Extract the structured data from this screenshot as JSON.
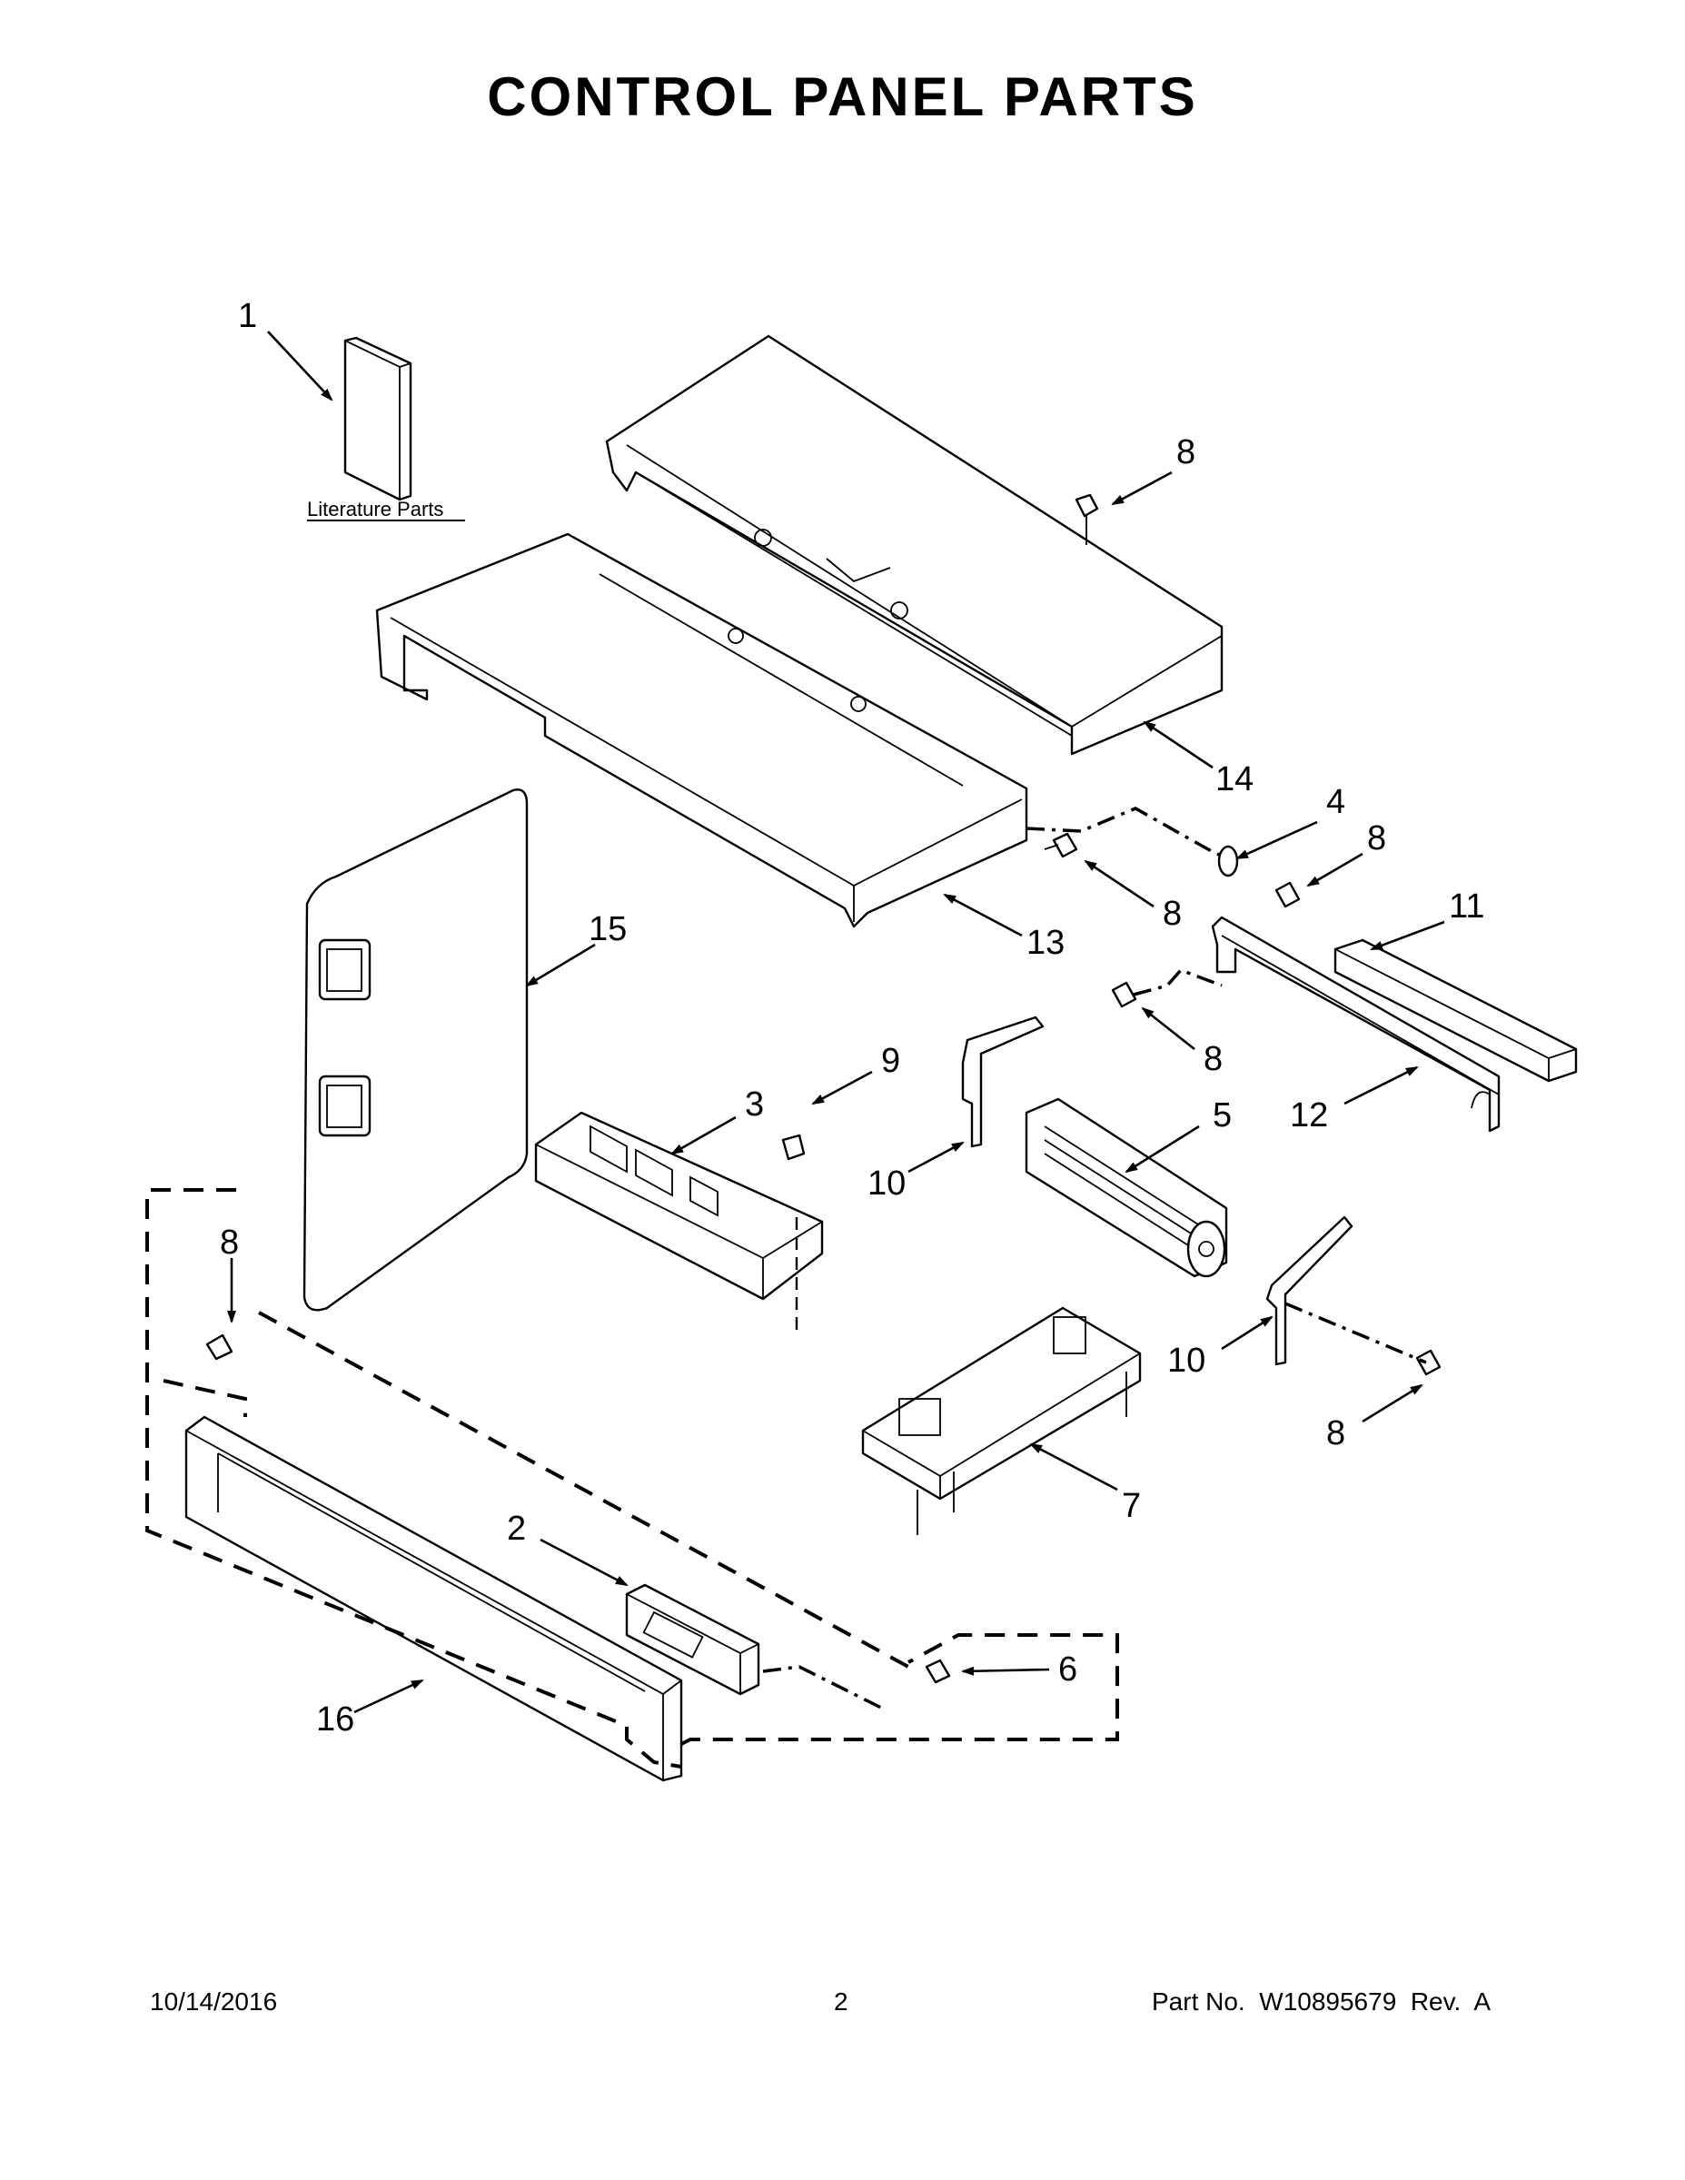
{
  "title": "CONTROL PANEL PARTS",
  "callouts": {
    "c1": "1",
    "c2": "2",
    "c3": "3",
    "c4": "4",
    "c5": "5",
    "c6": "6",
    "c7": "7",
    "c8a": "8",
    "c8b": "8",
    "c8c": "8",
    "c8d": "8",
    "c8e": "8",
    "c8f": "8",
    "c9": "9",
    "c10a": "10",
    "c10b": "10",
    "c11": "11",
    "c12": "12",
    "c13": "13",
    "c14": "14",
    "c15": "15",
    "c16": "16"
  },
  "literature_label": "Literature Parts",
  "footer": {
    "date": "10/14/2016",
    "page": "2",
    "part_no": "Part No.  W10895679  Rev.  A"
  }
}
